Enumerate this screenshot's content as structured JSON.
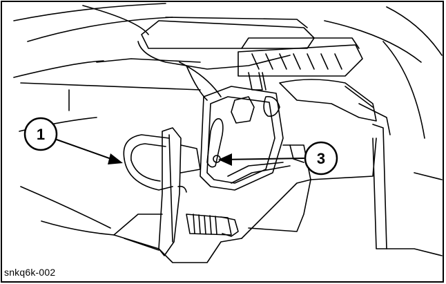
{
  "figure": {
    "id_label": "snkq6k-002",
    "callouts": [
      {
        "label": "1"
      },
      {
        "label": "3"
      }
    ]
  }
}
